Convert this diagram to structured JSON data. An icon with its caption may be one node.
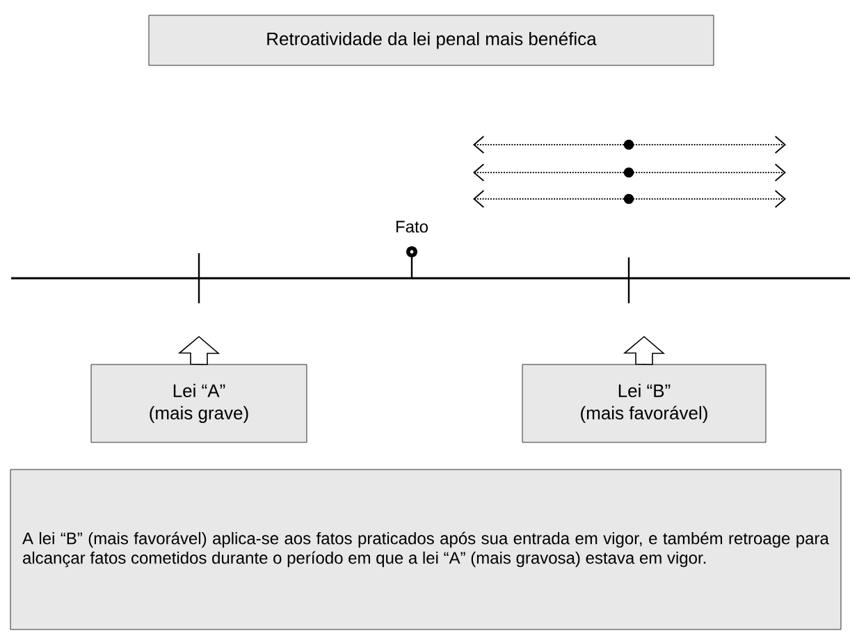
{
  "diagram": {
    "title": "Retroatividade da lei penal mais benéfica",
    "nodes": [
      {
        "text": [
          "Lei “A”",
          "(mais grave)"
        ]
      },
      {
        "text": [
          "Lei “B”",
          "(mais favorável)"
        ]
      },
      {
        "text": [
          "A lei “B” (mais favorável) aplica-se aos fatos praticados após sua entrada em vigor, e também retroage para alcançar fatos cometidos durante o período em que a lei “A” (mais gravosa) estava em vigor."
        ]
      }
    ],
    "edges": [
      {
        "from": 0,
        "to": null,
        "arrow": "to"
      },
      {
        "from": 1,
        "to": null,
        "arrow": "to"
      }
    ],
    "labels": [
      "Fato"
    ]
  }
}
